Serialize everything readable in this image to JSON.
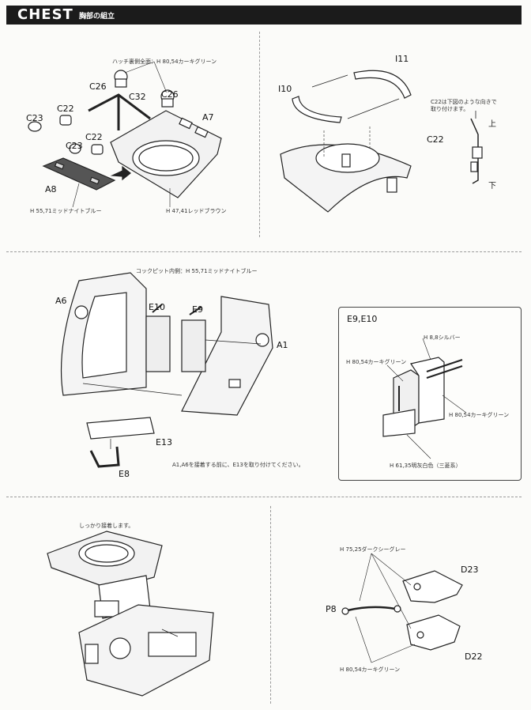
{
  "header": {
    "title": "CHEST",
    "subtitle": "胸部の組立"
  },
  "step1": {
    "parts": [
      "C26",
      "C26",
      "C32",
      "C22",
      "C23",
      "C22",
      "C23",
      "A7",
      "A8"
    ],
    "color_top": "ハッチ裏側全面：H 80,54カーキグリーン",
    "color_a8": "H 55,71ミッドナイトブルー",
    "color_a7": "H 47,41レッドブラウン"
  },
  "step2": {
    "parts": [
      "I10",
      "I11",
      "C22"
    ],
    "note_line1": "C22は下図のような向きで",
    "note_line2": "取り付けます。",
    "up": "上",
    "down": "下"
  },
  "step3": {
    "parts": [
      "A6",
      "E10",
      "E9",
      "A1",
      "E13",
      "E8"
    ],
    "color_cockpit": "コックピット内側：H 55,71ミッドナイトブルー",
    "note": "A1,A6を接着する前に、E13を取り付けてください。"
  },
  "callout": {
    "title": "E9,E10",
    "color_silver": "H 8,8シルバー",
    "color_khaki_left": "H 80,54カーキグリーン",
    "color_khaki_right": "H 80,54カーキグリーン",
    "color_gray": "H 61,35明灰白色（三菱系）"
  },
  "step4": {
    "note": "しっかり接着します。"
  },
  "step5": {
    "parts": [
      "D23",
      "P8",
      "D22"
    ],
    "color_dark_gray": "H 75,25ダークシーグレー",
    "color_khaki": "H 80,54カーキグリーン"
  },
  "colors": {
    "header_bg": "#1b1b1b",
    "line": "#222222",
    "fill_dark": "#555555",
    "fill_light": "#e6e6e6"
  }
}
